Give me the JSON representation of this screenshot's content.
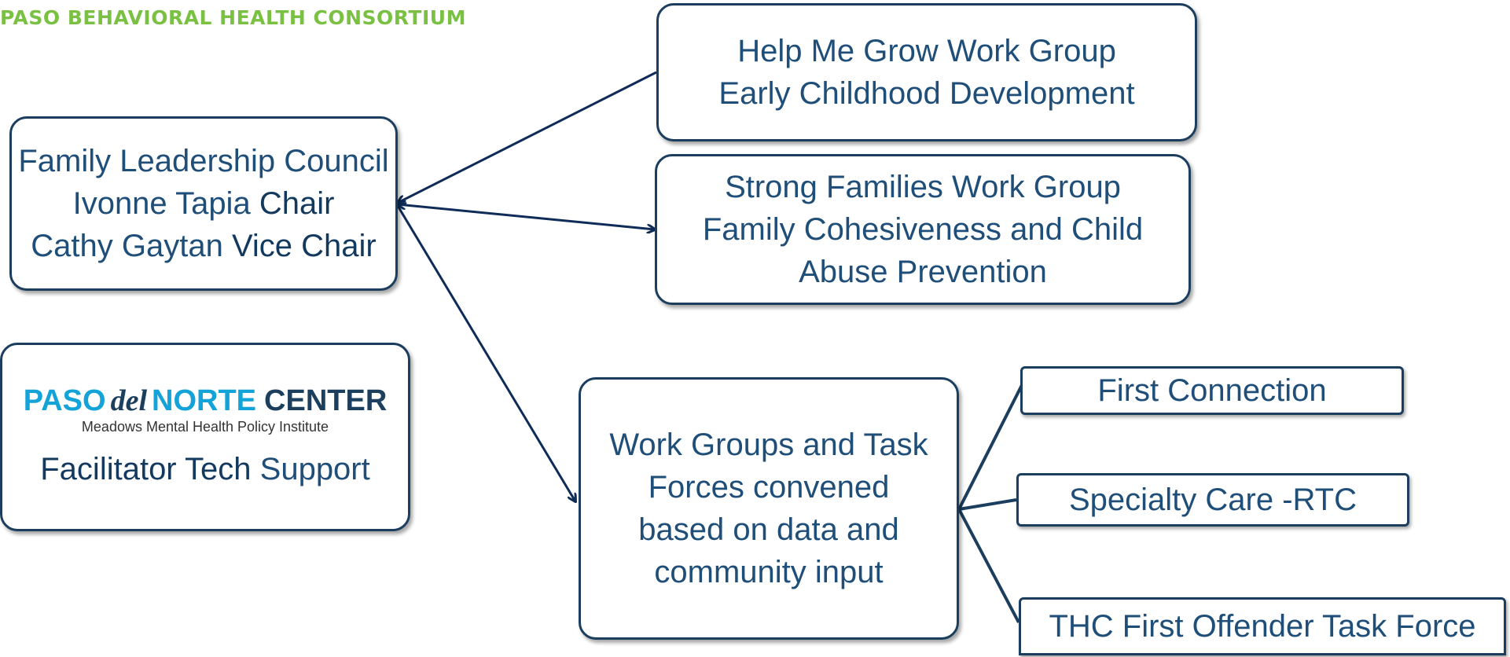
{
  "header": "PASO BEHAVIORAL HEALTH CONSORTIUM",
  "boxes": {
    "family_council": {
      "line1": "Family Leadership Council",
      "line2_name": "Ivonne Tapia",
      "line2_role": "Chair",
      "line3_name": "Cathy Gaytan",
      "line3_role": "Vice Chair"
    },
    "help_me_grow": {
      "line1": "Help Me Grow Work Group",
      "line2": "Early Childhood Development"
    },
    "strong_families": {
      "line1": "Strong Families Work Group",
      "line2": "Family Cohesiveness and Child",
      "line3": "Abuse Prevention"
    },
    "facilitator": {
      "logo_paso": "PASO",
      "logo_del": "del",
      "logo_norte": "NORTE",
      "logo_center": "CENTER",
      "logo_sub": "Meadows Mental Health Policy Institute",
      "label_bold": "Facilitator Tech",
      "label_rest": "Support"
    },
    "work_groups": {
      "line1": "Work Groups and Task",
      "line2": "Forces convened",
      "line3": "based on data and",
      "line4": "community input"
    },
    "first_connection": {
      "label": "First Connection"
    },
    "specialty_care": {
      "label": "Specialty Care -RTC"
    },
    "thc": {
      "label": "THC First Offender Task Force"
    }
  },
  "colors": {
    "header_green": "#7ac143",
    "text_blue": "#1f4e79",
    "border_navy": "#1b3d5e",
    "logo_cyan": "#13a3d8"
  }
}
